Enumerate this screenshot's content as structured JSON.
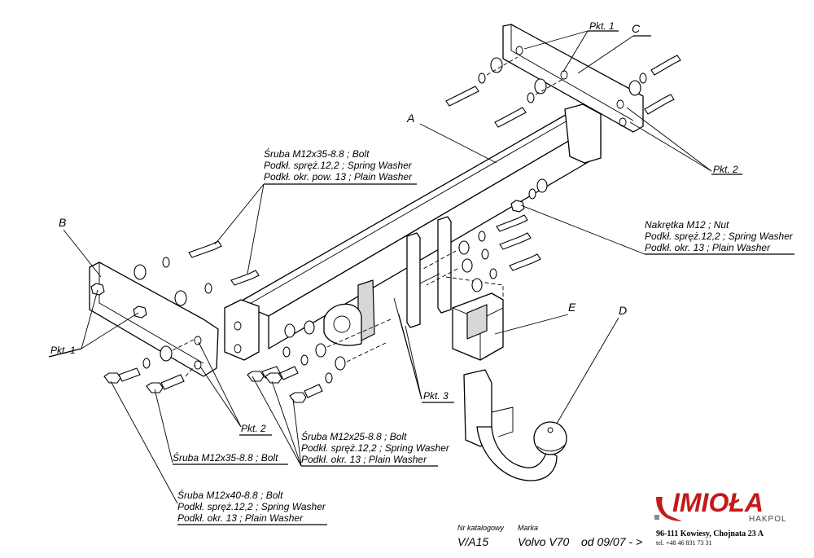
{
  "callouts": {
    "A": "A",
    "B": "B",
    "C": "C",
    "D": "D",
    "E": "E",
    "pkt1_top": "Pkt. 1",
    "pkt1_left": "Pkt. 1",
    "pkt2_right": "Pkt. 2",
    "pkt2_bottom": "Pkt. 2",
    "pkt3": "Pkt. 3"
  },
  "hardware_notes": {
    "top_left": {
      "line1": "Śruba M12x35-8.8 ;  Bolt",
      "line2": "Podkł. spręż.12,2 ; Spring Washer",
      "line3": "Podkł. okr. pow. 13 ; Plain Washer"
    },
    "right_nut": {
      "line1": "Nakrętka  M12 ; Nut",
      "line2": "Podkł. spręż.12,2 ; Spring Washer",
      "line3": "Podkł. okr. 13 ; Plain Washer"
    },
    "bottom_mid": {
      "line1": "Śruba M12x25-8.8 ;  Bolt",
      "line2": "Podkł. spręż.12,2 ; Spring Washer",
      "line3": "Podkł. okr. 13 ; Plain Washer"
    },
    "bottom_left_single": "Śruba M12x35-8.8 ;  Bolt",
    "bottom_left": {
      "line1": "Śruba M12x40-8.8 ;  Bolt",
      "line2": "Podkł. spręż.12,2 ; Spring Washer",
      "line3": "Podkł. okr. 13 ; Plain Washer"
    }
  },
  "footer": {
    "catalog_label": "Nr katalogowy",
    "catalog_value": "V/A15",
    "brand_label": "Marka",
    "brand_value": "Volvo V70",
    "date_value": "od  09/07 - >"
  },
  "company": {
    "logo_text": "IMIOŁA",
    "logo_sub": "HAKPOL",
    "address": "96-111 Kowiesy, Chojnata 23 A",
    "phone": "tel. +48 46 831 73 31",
    "brand_color": "#c41a1a"
  }
}
